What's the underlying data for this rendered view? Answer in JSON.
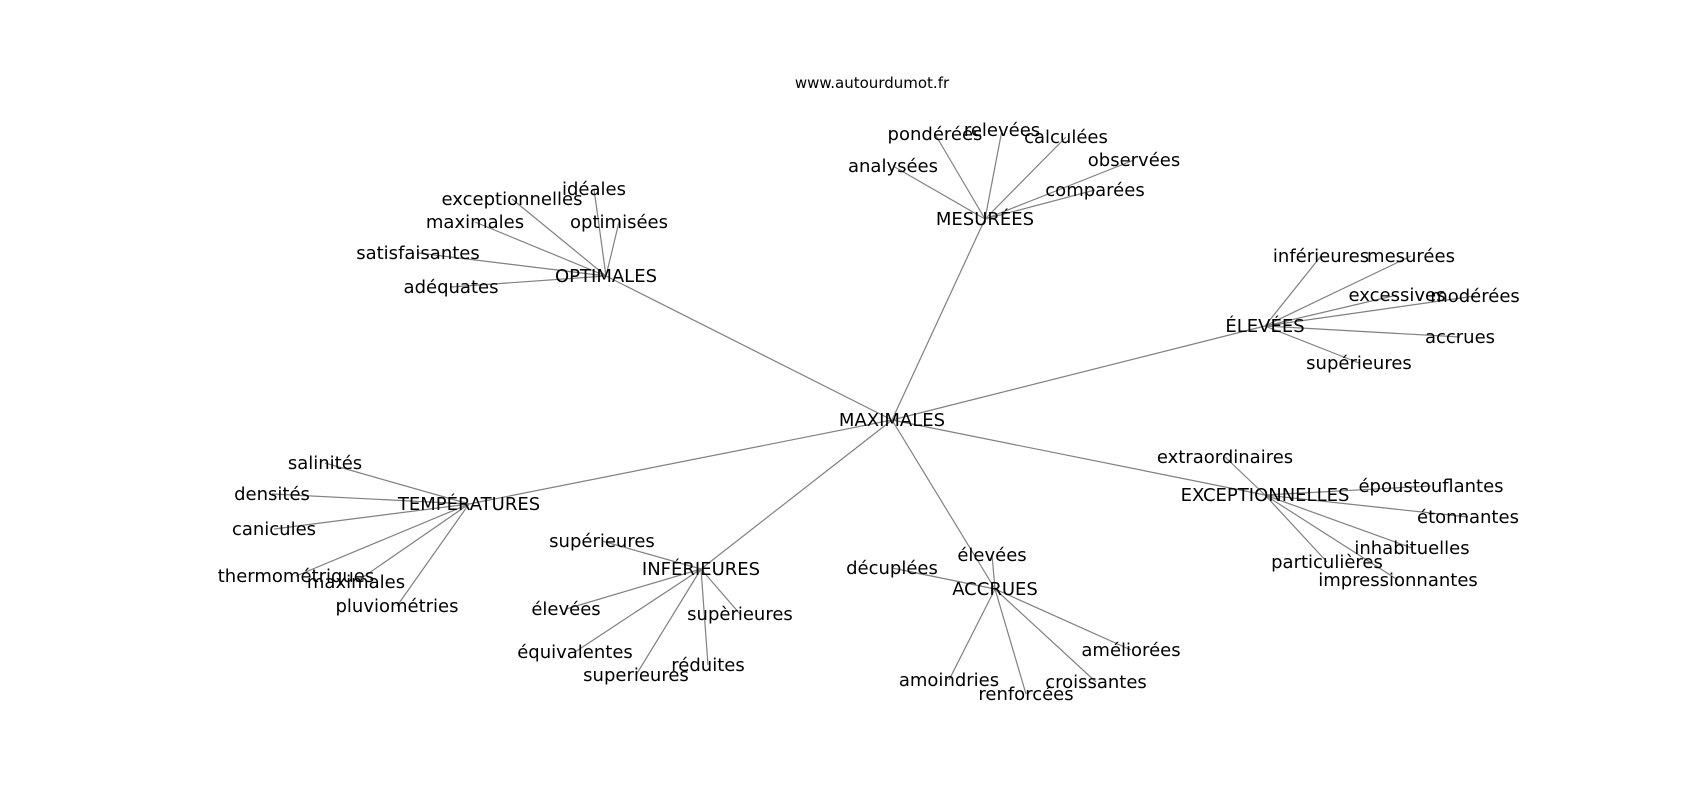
{
  "source": "www.autourdumot.fr",
  "center": "MAXIMALES",
  "groups": [
    {
      "label": "OPTIMALES",
      "words": [
        "exceptionnelles",
        "idéales",
        "maximales",
        "optimisées",
        "satisfaisantes",
        "adéquates"
      ]
    },
    {
      "label": "MESURÉES",
      "words": [
        "pondérées",
        "relevées",
        "calculées",
        "analysées",
        "observées",
        "comparées"
      ]
    },
    {
      "label": "ÉLEVÉES",
      "words": [
        "inférieures",
        "mesurées",
        "excessives",
        "modérées",
        "accrues",
        "supérieures"
      ]
    },
    {
      "label": "EXCEPTIONNELLES",
      "words": [
        "extraordinaires",
        "époustouflantes",
        "étonnantes",
        "inhabituelles",
        "particulières",
        "impressionnantes"
      ]
    },
    {
      "label": "ACCRUES",
      "words": [
        "élevées",
        "décuplées",
        "améliorées",
        "amoindries",
        "croissantes",
        "renforcées"
      ]
    },
    {
      "label": "INFÉRIEURES",
      "words": [
        "supérieures",
        "élevées",
        "supèrieures",
        "équivalentes",
        "réduites",
        "superieures"
      ]
    },
    {
      "label": "TEMPÉRATURES",
      "words": [
        "salinités",
        "densités",
        "canicules",
        "thermométriques",
        "maximales",
        "pluviométries"
      ]
    }
  ]
}
